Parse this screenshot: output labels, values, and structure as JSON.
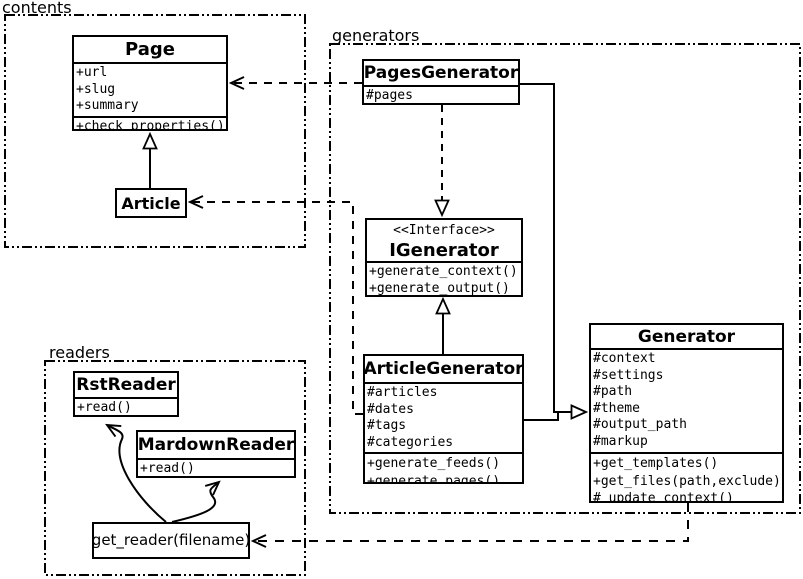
{
  "diagram": {
    "type": "uml-class-diagram",
    "background": "#ffffff",
    "line_color": "#000000"
  },
  "packages": {
    "contents": {
      "label": "contents"
    },
    "generators": {
      "label": "generators"
    },
    "readers": {
      "label": "readers"
    }
  },
  "classes": {
    "page": {
      "name": "Page",
      "attributes": [
        "+url",
        "+slug",
        "+summary"
      ],
      "methods": [
        "+check_properties()"
      ]
    },
    "article": {
      "name": "Article"
    },
    "pages_generator": {
      "name": "PagesGenerator",
      "attributes": [
        "#pages"
      ]
    },
    "igenerator": {
      "stereotype": "<<Interface>>",
      "name": "IGenerator",
      "methods": [
        "+generate_context()",
        "+generate_output()"
      ]
    },
    "article_generator": {
      "name": "ArticleGenerator",
      "attributes": [
        "#articles",
        "#dates",
        "#tags",
        "#categories"
      ],
      "methods": [
        "+generate_feeds()",
        "+generate_pages()"
      ]
    },
    "generator": {
      "name": "Generator",
      "attributes": [
        "#context",
        "#settings",
        "#path",
        "#theme",
        "#output_path",
        "#markup"
      ],
      "methods": [
        "+get_templates()",
        "+get_files(path,exclude)",
        "#_update_context()"
      ]
    },
    "rst_reader": {
      "name": "RstReader",
      "methods": [
        "+read()"
      ]
    },
    "mardown_reader": {
      "name": "MardownReader",
      "methods": [
        "+read()"
      ]
    },
    "get_reader": {
      "label": "get_reader(filename)"
    }
  }
}
